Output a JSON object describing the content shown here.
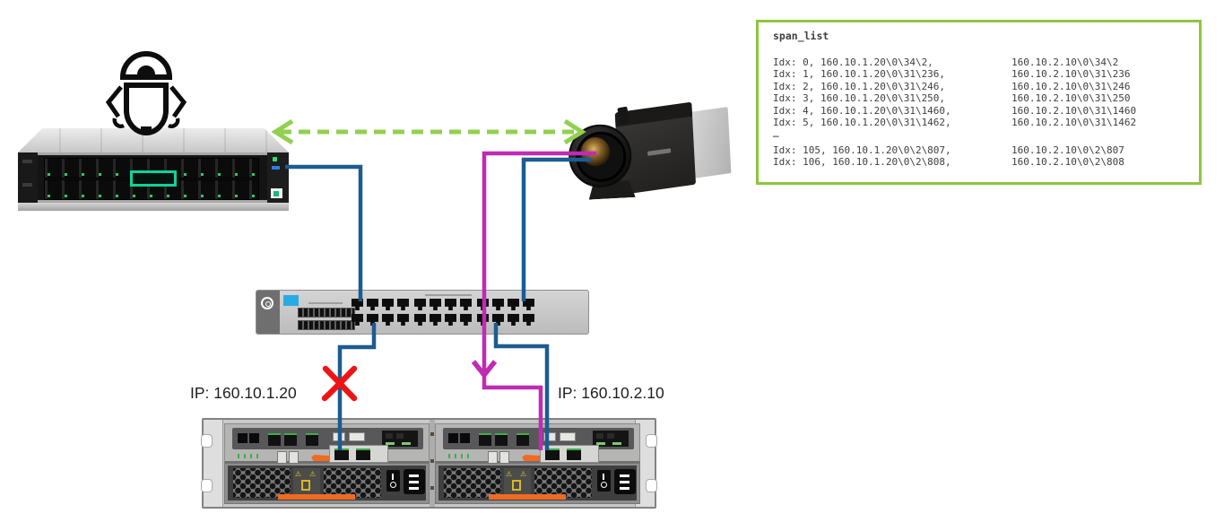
{
  "diagram": {
    "labels": {
      "ip_left": "IP: 160.10.1.20",
      "ip_right": "IP: 160.10.2.10"
    },
    "colors": {
      "link_blue": "#1c5c90",
      "link_magenta": "#c02bb4",
      "arrow_green": "#92d050",
      "error_red": "#ee1414",
      "box_border_green": "#8dc63f",
      "hpe_teal": "#0fd39b"
    }
  },
  "span_list": {
    "title": "span_list",
    "rows": [
      {
        "left": "Idx: 0, 160.10.1.20\\0\\34\\2,",
        "right": "160.10.2.10\\0\\34\\2"
      },
      {
        "left": "Idx: 1, 160.10.1.20\\0\\31\\236,",
        "right": "160.10.2.10\\0\\31\\236"
      },
      {
        "left": "Idx: 2, 160.10.1.20\\0\\31\\246,",
        "right": "160.10.2.10\\0\\31\\246"
      },
      {
        "left": "Idx: 3, 160.10.1.20\\0\\31\\250,",
        "right": "160.10.2.10\\0\\31\\250"
      },
      {
        "left": "Idx: 4, 160.10.1.20\\0\\31\\1460,",
        "right": "160.10.2.10\\0\\31\\1460"
      },
      {
        "left": "Idx: 5, 160.10.1.20\\0\\31\\1462,",
        "right": "160.10.2.10\\0\\31\\1462"
      },
      {
        "left": "…",
        "right": ""
      },
      {
        "left": "Idx: 105, 160.10.1.20\\0\\2\\807,",
        "right": "160.10.2.10\\0\\2\\807"
      },
      {
        "left": "Idx: 106, 160.10.1.20\\0\\2\\808,",
        "right": "160.10.2.10\\0\\2\\808"
      }
    ]
  }
}
